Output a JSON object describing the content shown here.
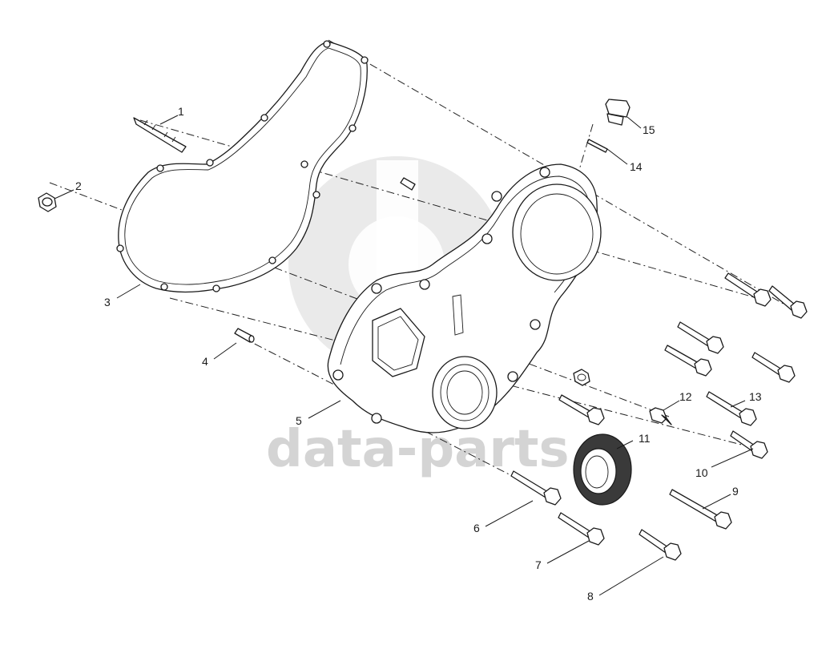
{
  "watermark": {
    "text": "data-parts",
    "logo": "dp-logo"
  },
  "callouts": [
    {
      "id": "1",
      "label": "1"
    },
    {
      "id": "2",
      "label": "2"
    },
    {
      "id": "3",
      "label": "3"
    },
    {
      "id": "4",
      "label": "4"
    },
    {
      "id": "5",
      "label": "5"
    },
    {
      "id": "6",
      "label": "6"
    },
    {
      "id": "7",
      "label": "7"
    },
    {
      "id": "8",
      "label": "8"
    },
    {
      "id": "9",
      "label": "9"
    },
    {
      "id": "10",
      "label": "10"
    },
    {
      "id": "11",
      "label": "11"
    },
    {
      "id": "12",
      "label": "12"
    },
    {
      "id": "13",
      "label": "13"
    },
    {
      "id": "14",
      "label": "14"
    },
    {
      "id": "15",
      "label": "15"
    }
  ]
}
